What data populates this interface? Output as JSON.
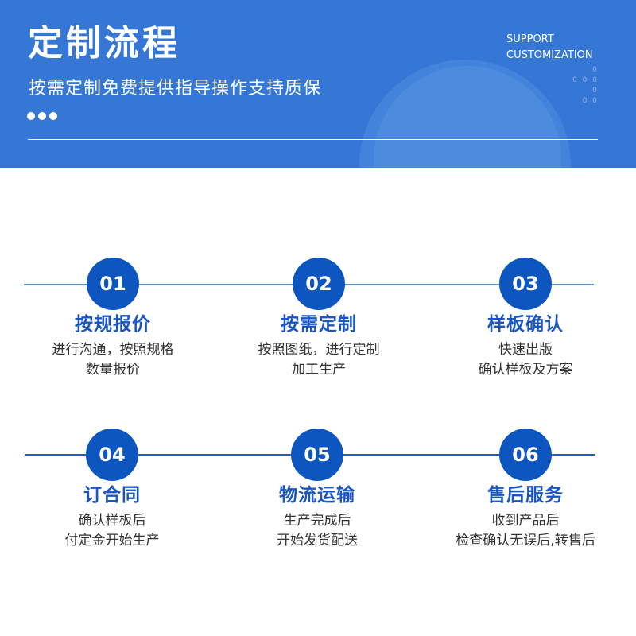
{
  "header": {
    "title": "定制流程",
    "subtitle": "按需定制免费提供指导操作支持质保",
    "english_line1": "SUPPORT",
    "english_line2": "CUSTOMIZATION",
    "code_dots": [
      "0",
      "0 0 0",
      "0",
      "0 0"
    ],
    "colors": {
      "background": "#3677d6",
      "circle": "#4d8bde",
      "text": "#ffffff"
    }
  },
  "steps": [
    {
      "number": "01",
      "title": "按规报价",
      "desc_line1": "进行沟通，按照规格",
      "desc_line2": "数量报价"
    },
    {
      "number": "02",
      "title": "按需定制",
      "desc_line1": "按照图纸，进行定制",
      "desc_line2": "加工生产"
    },
    {
      "number": "03",
      "title": "样板确认",
      "desc_line1": "快速出版",
      "desc_line2": "确认样板及方案"
    },
    {
      "number": "04",
      "title": "订合同",
      "desc_line1": "确认样板后",
      "desc_line2": "付定金开始生产"
    },
    {
      "number": "05",
      "title": "物流运输",
      "desc_line1": "生产完成后",
      "desc_line2": "开始发货配送"
    },
    {
      "number": "06",
      "title": "售后服务",
      "desc_line1": "收到产品后",
      "desc_line2": "检查确认无误后,转售后"
    }
  ],
  "colors": {
    "step_circle": "#0d56c0",
    "step_title": "#1a56c2",
    "step_desc": "#333333",
    "row1_line": "#5b8fd9",
    "row2_line": "#1f5fc4"
  }
}
